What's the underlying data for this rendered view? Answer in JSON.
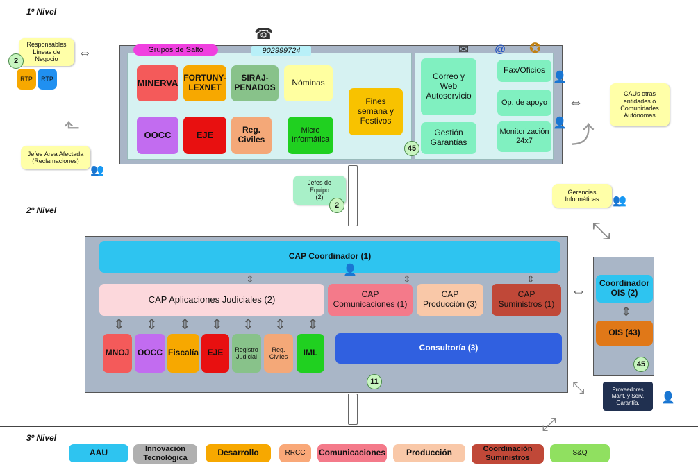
{
  "levels": {
    "n1": "1º Nivel",
    "n2": "2º Nivel",
    "n3": "3º Nivel"
  },
  "level1": {
    "grupos_label": "Grupos de Salto",
    "phone": "902999724",
    "badge": "45",
    "groups": [
      "MINERVA",
      "FORTUNY-\nLEXNET",
      "SIRAJ-\nPENADOS",
      "Nóminas",
      "OOCC",
      "EJE",
      "Reg.\nCiviles",
      "Micro\nInformática",
      "Fines\nsemana y\nFestivos"
    ],
    "right": [
      "Correo y\nWeb\nAutoservicio",
      "Gestión\nGarantías",
      "Fax/Oficios",
      "Op. de apoyo",
      "Monitorización\n24x7"
    ]
  },
  "external": {
    "responsables": "Responsables\nLíneas de\nNegocio",
    "resp_count": "2",
    "rtp": [
      "RTP",
      "RTP"
    ],
    "jefes_area": "Jefes Área Afectada\n(Reclamaciones)",
    "caus": "CAUs otras\nentidades ó\nComunidades\nAutónomas",
    "jefes_equipo": "Jefes de\nEquipo\n(2)",
    "jefes_equipo_count": "2",
    "gerencias": "Gerencias\nInformáticas",
    "proveedores": "Proveedores\nMant. y Serv.\nGarantía."
  },
  "level2": {
    "coordinador": "CAP Coordinador (1)",
    "aplicaciones": "CAP Aplicaciones Judiciales (2)",
    "comunicaciones": "CAP\nComunicaciones (1)",
    "produccion": "CAP\nProducción (3)",
    "suministros": "CAP\nSuministros (1)",
    "consultoria": "Consultoría (3)",
    "apps": [
      "MNOJ",
      "OOCC",
      "Fiscalía",
      "EJE",
      "Registro\nJudicial",
      "Reg.\nCiviles",
      "IML"
    ],
    "badge": "11",
    "ois_coord": "Coordinador\nOIS (2)",
    "ois": "OIS (43)",
    "ois_badge": "45"
  },
  "level3": [
    "AAU",
    "Innovación\nTecnológica",
    "Desarrollo",
    "RRCC",
    "Comunicaciones",
    "Producción",
    "Coordinación\nSuministros",
    "S&Q"
  ],
  "colors": {
    "cyan": "#2ec4f0",
    "panel": "#a9b6c7",
    "yellow": "#ffffa8",
    "minerva": "#f45a5a",
    "fortuny": "#f7a800",
    "siraj": "#88c28a",
    "nominas": "#ffffa0",
    "oocc": "#c26cf0",
    "eje": "#e81010",
    "regciv": "#f4a878",
    "micro": "#20d020",
    "fines": "#f8c200",
    "mint": "#80f0c0",
    "pink": "#f47a8a",
    "peach": "#f9c8a8",
    "brown": "#c04838",
    "blue": "#3060e0",
    "orange": "#e07818",
    "grey": "#b0b0b0",
    "lightgreen": "#90e060"
  }
}
